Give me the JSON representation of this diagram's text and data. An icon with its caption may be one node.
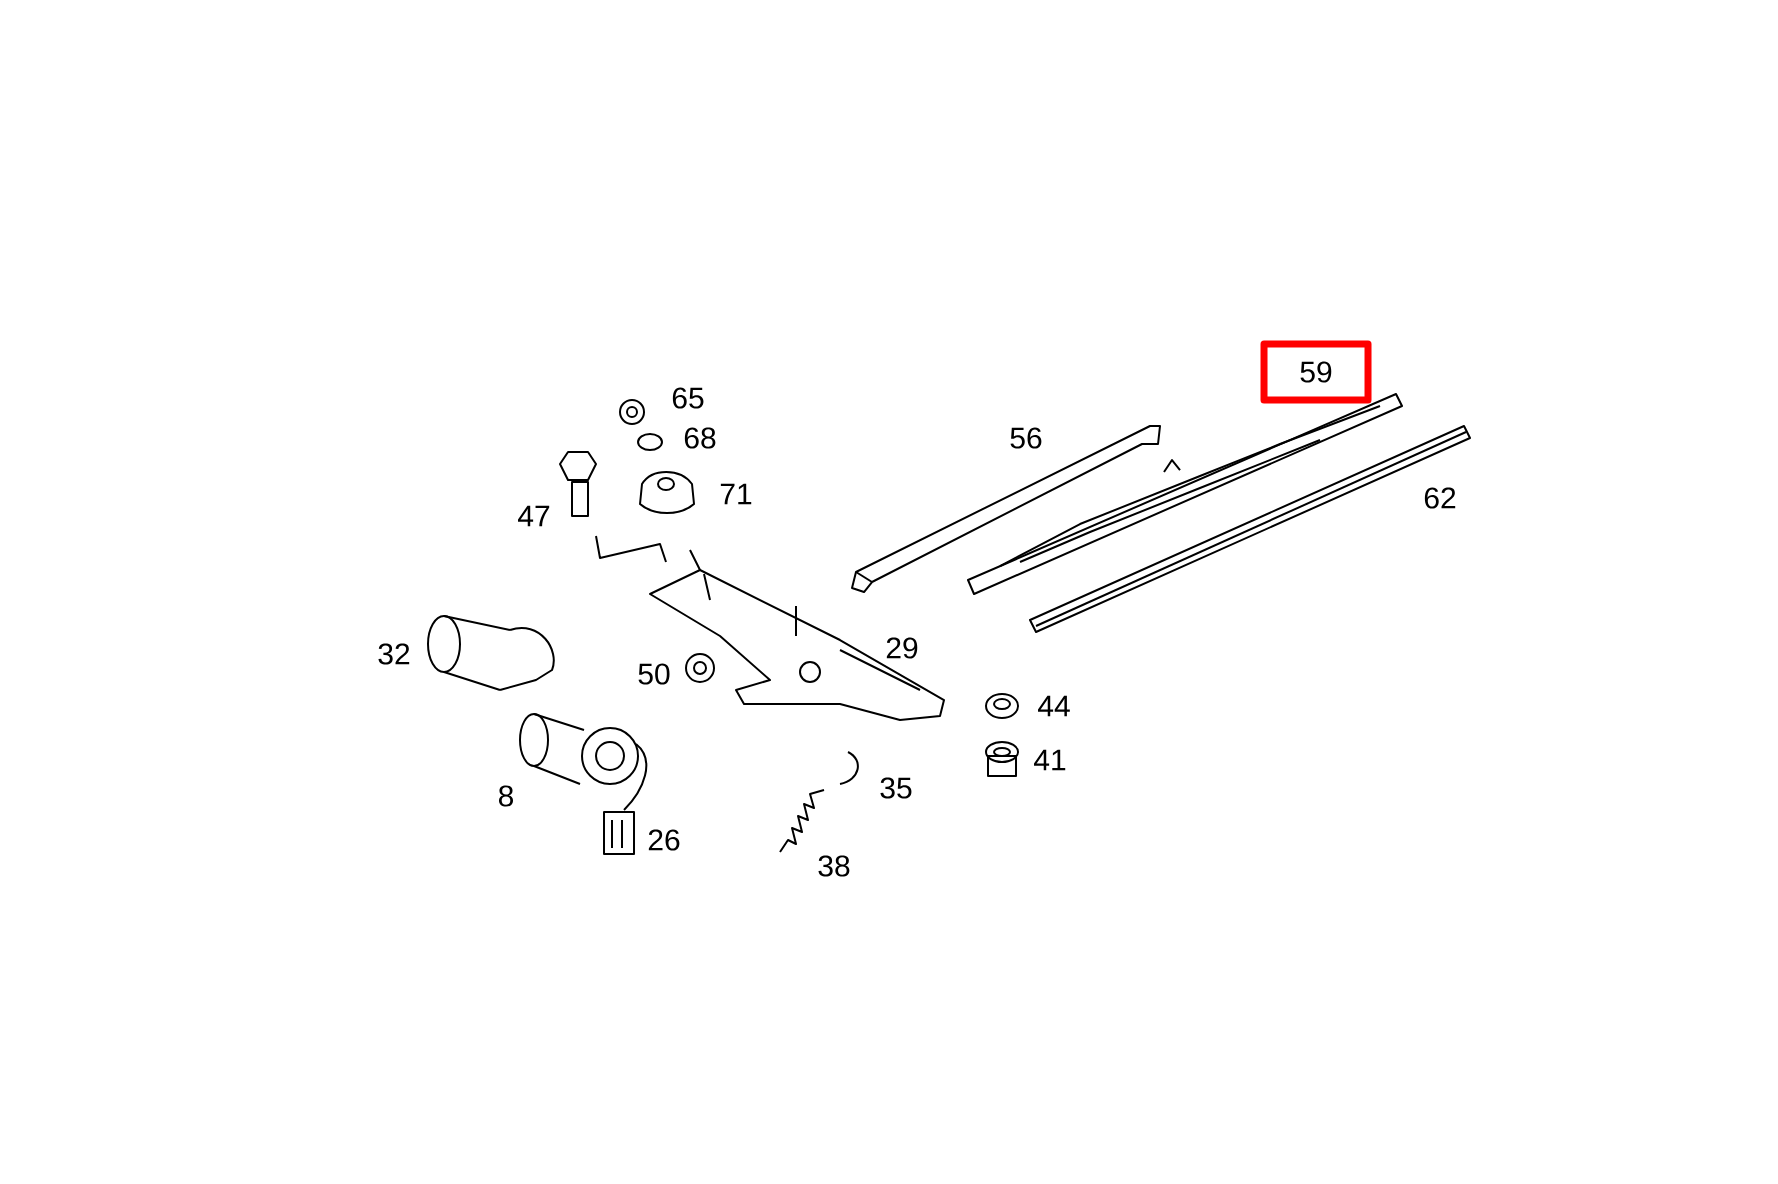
{
  "diagram": {
    "nodes": [
      {
        "text": [
          "59"
        ]
      }
    ],
    "labels": [
      "65",
      "68",
      "56",
      "62",
      "71",
      "47",
      "32",
      "50",
      "29",
      "44",
      "8",
      "41",
      "35",
      "26",
      "38"
    ]
  }
}
